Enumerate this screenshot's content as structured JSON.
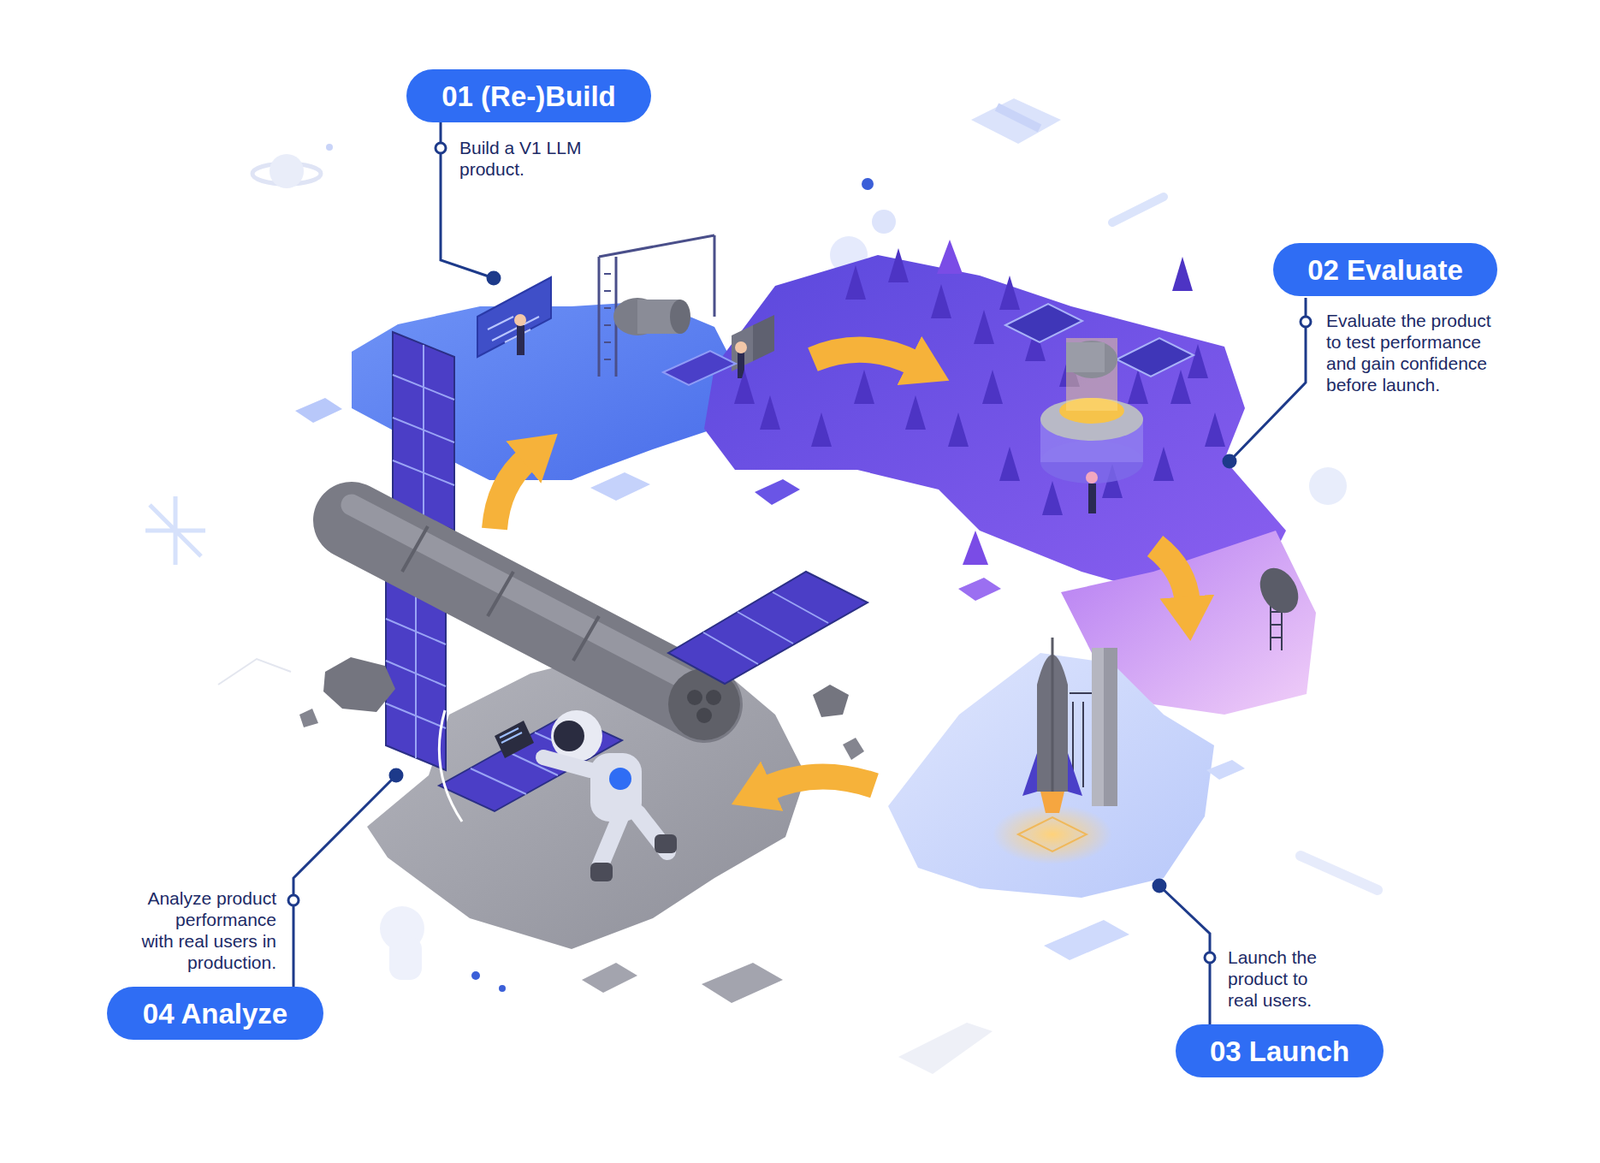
{
  "diagram": {
    "nodes": [
      {
        "text": [
          "01 (Re-)Build",
          "Build a V1 LLM product."
        ]
      },
      {
        "text": [
          "02 Evaluate",
          "Evaluate the product to test performance and gain confidence before launch."
        ]
      },
      {
        "text": [
          "03 Launch",
          "Launch the product to real users."
        ]
      },
      {
        "text": [
          "04 Analyze",
          "Analyze product performance with real users in production."
        ]
      }
    ]
  }
}
